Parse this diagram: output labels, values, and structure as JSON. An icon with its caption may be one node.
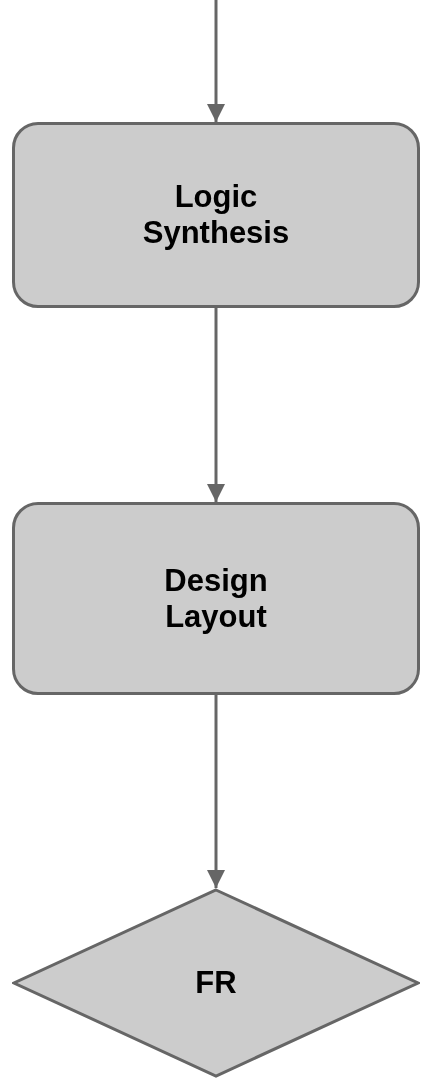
{
  "diagram": {
    "nodes": [
      {
        "text": [
          "Logic Synthesis"
        ]
      },
      {
        "text": [
          "Design Layout"
        ]
      },
      {
        "text": [
          "FR"
        ]
      }
    ],
    "edges": [
      {
        "from": null,
        "to": 0,
        "arrow": "to"
      },
      {
        "from": 0,
        "to": 1,
        "arrow": "to"
      },
      {
        "from": 1,
        "to": 2,
        "arrow": "to"
      }
    ]
  }
}
